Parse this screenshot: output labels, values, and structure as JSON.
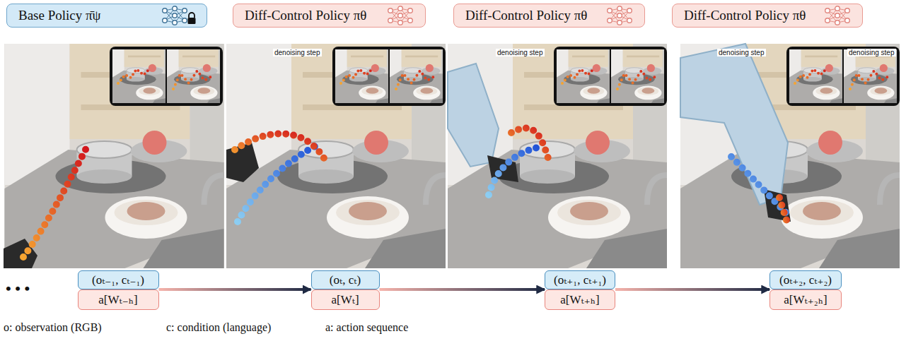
{
  "diagram": {
    "nodes": [
      {
        "text": [
          "Base Policy π̄ψ"
        ]
      },
      {
        "text": [
          "Diff-Control Policy πθ"
        ]
      },
      {
        "text": [
          "Diff-Control Policy πθ"
        ]
      },
      {
        "text": [
          "Diff-Control Policy πθ"
        ]
      },
      {
        "text": [
          "(oₜ₋₁, cₜ₋₁)"
        ]
      },
      {
        "text": [
          "a[Wₜ₋ₕ]"
        ]
      },
      {
        "text": [
          "(oₜ, cₜ)"
        ]
      },
      {
        "text": [
          "a[Wₜ]"
        ]
      },
      {
        "text": [
          "(oₜ₊₁, cₜ₊₁)"
        ]
      },
      {
        "text": [
          "a[Wₜ₊ₕ]"
        ]
      },
      {
        "text": [
          "(oₜ₊₂, cₜ₊₂)"
        ]
      },
      {
        "text": [
          "a[Wₜ₊₂ₕ]"
        ]
      }
    ],
    "edges": [
      {
        "from": 5,
        "to": 6,
        "arrow": "to"
      },
      {
        "from": 7,
        "to": 8,
        "arrow": "to"
      },
      {
        "from": 9,
        "to": 10,
        "arrow": "to"
      }
    ],
    "labels": [
      "denoising step",
      "denoising step",
      "denoising step",
      "denoising step",
      "• • •"
    ],
    "legend": [
      {
        "text": "o: observation (RGB)"
      },
      {
        "text": "c: condition (language)"
      },
      {
        "text": "a: action sequence"
      }
    ]
  }
}
